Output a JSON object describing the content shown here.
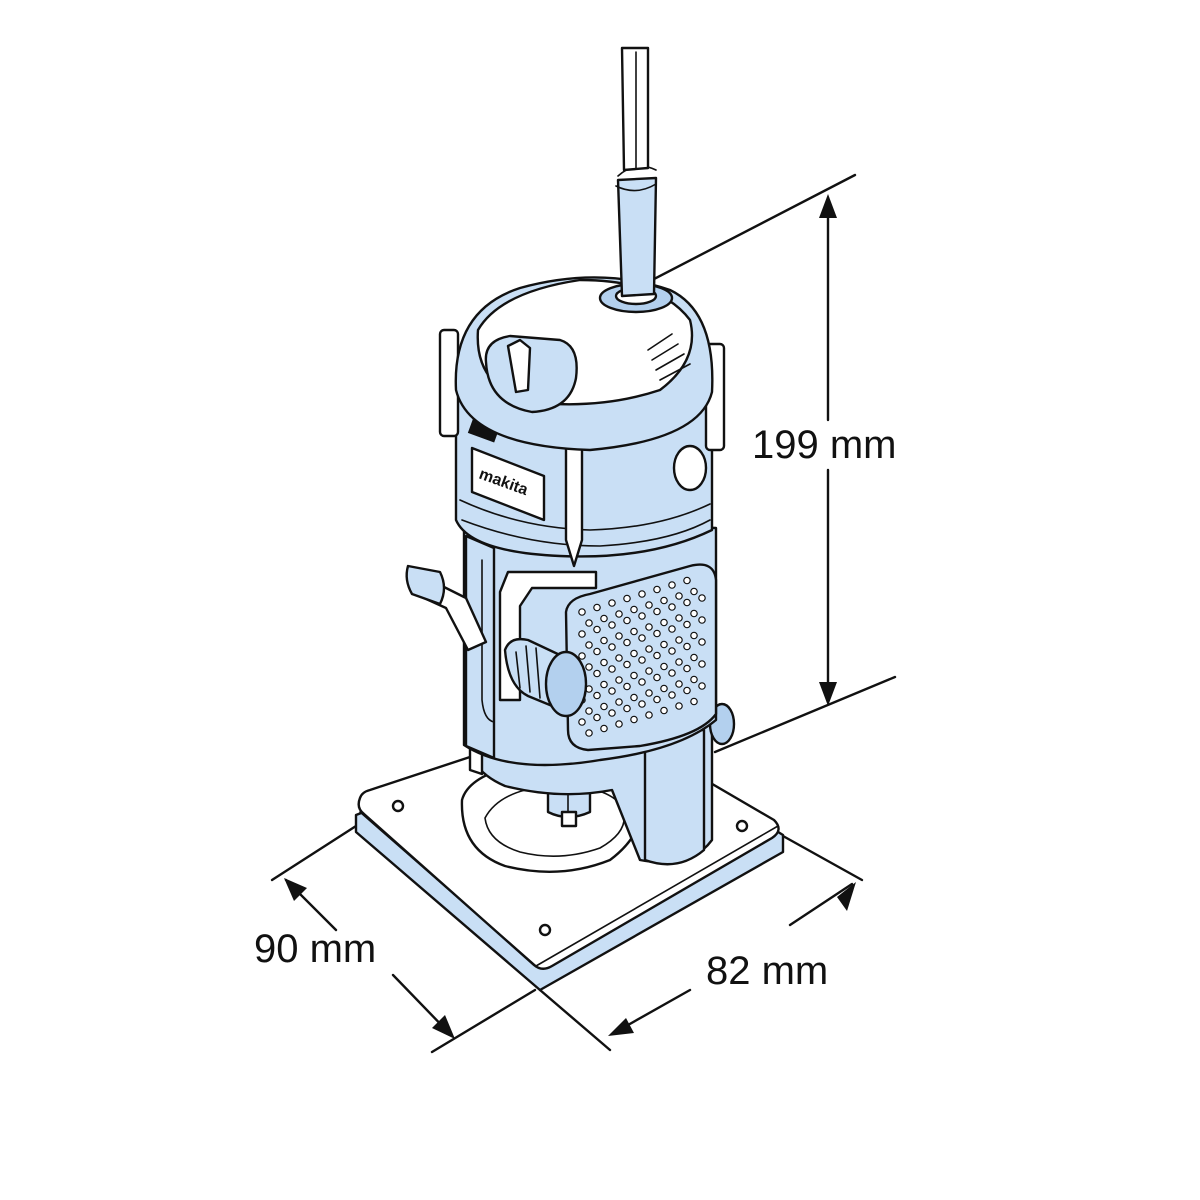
{
  "diagram": {
    "dimensions": {
      "height": "199 mm",
      "depth": "90 mm",
      "width": "82 mm"
    },
    "logo_text": "makita",
    "colors": {
      "outline": "#111111",
      "body_fill": "#c9dff5",
      "background": "#ffffff"
    }
  }
}
